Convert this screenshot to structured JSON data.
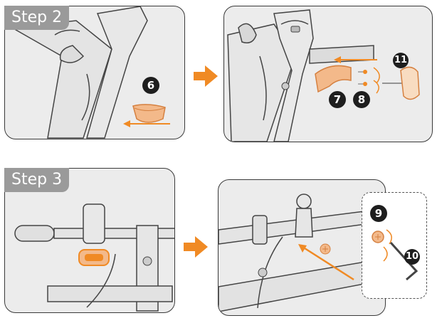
{
  "steps": [
    {
      "label": "Step 2"
    },
    {
      "label": "Step 3"
    }
  ],
  "badges": {
    "b6": "6",
    "b7": "7",
    "b8": "8",
    "b11": "11",
    "b9": "9",
    "b10": "10"
  },
  "colors": {
    "accent": "#f08a24",
    "part": "#f3b98a",
    "badge": "#1e1e1e",
    "panel_bg": "#ececec",
    "stroke": "#3a3a3a",
    "tab": "#9a9a9a"
  }
}
